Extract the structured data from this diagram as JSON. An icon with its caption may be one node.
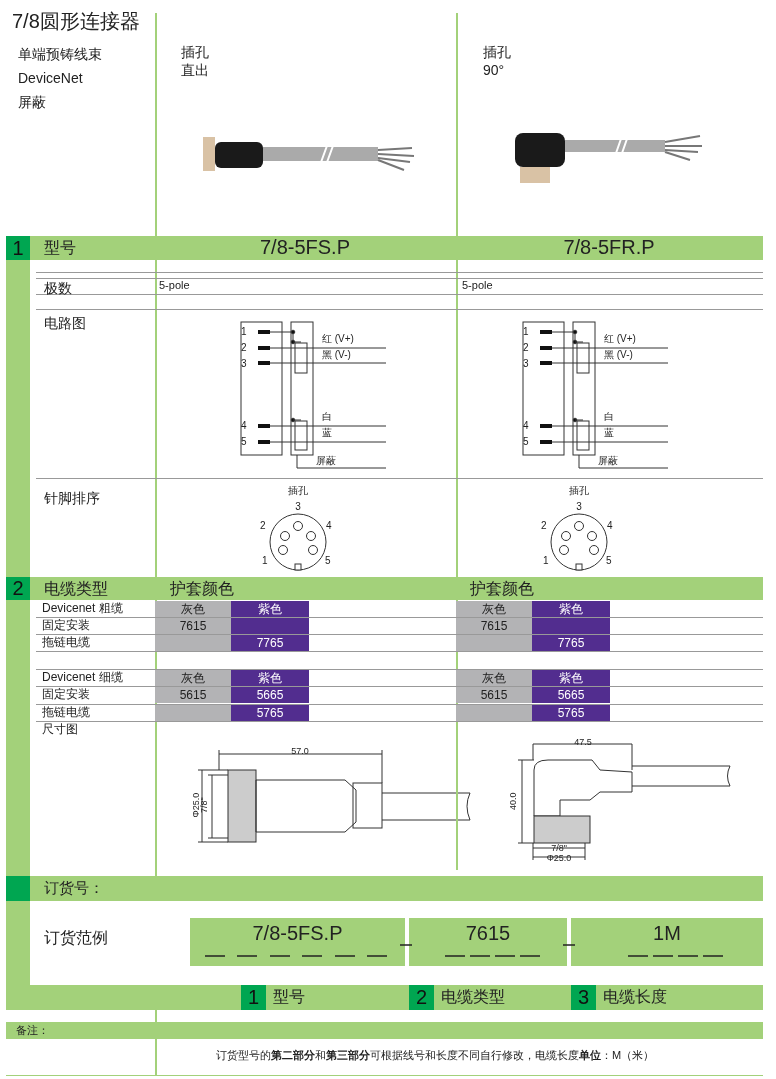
{
  "diagram": {
    "title": "7/8圆形连接器",
    "labels": [
      "单端预铸线束",
      "DeviceNet",
      "屏蔽",
      "插孔",
      "直出",
      "插孔",
      "90°",
      "1",
      "型号",
      "7/8-5FS.P",
      "7/8-5FR.P",
      "极数",
      "5-pole",
      "5-pole",
      "电路图",
      "1",
      "2",
      "3",
      "4",
      "5",
      "红 (V+)",
      "黑 (V-)",
      "白",
      "蓝",
      "屏蔽",
      "1",
      "2",
      "3",
      "4",
      "5",
      "红 (V+)",
      "黑 (V-)",
      "白",
      "蓝",
      "屏蔽",
      "针脚排序",
      "插孔",
      "3",
      "2",
      "4",
      "1",
      "5",
      "插孔",
      "3",
      "2",
      "4",
      "1",
      "5",
      "2",
      "电缆类型",
      "护套颜色",
      "护套颜色",
      "Devicenet 粗缆",
      "灰色",
      "紫色",
      "灰色",
      "紫色",
      "固定安装",
      "7615",
      "7615",
      "拖链电缆",
      "7765",
      "7765",
      "Devicenet 细缆",
      "灰色",
      "紫色",
      "灰色",
      "紫色",
      "固定安装",
      "5615",
      "5665",
      "5615",
      "5665",
      "拖链电缆",
      "5765",
      "5765",
      "尺寸图",
      "57.0",
      "Φ25.0",
      "7/8\"",
      "47.5",
      "40.0",
      "7/8\"",
      "Φ25.0",
      "订货号：",
      "订货范例",
      "7/8-5FS.P",
      "7615",
      "1M",
      "1",
      "型号",
      "2",
      "电缆类型",
      "3",
      "电缆长度",
      "备注：",
      "订货型号的**第二部分**和**第三部分**可根据线号和长度不同自行修改，电缆长度**单位**：M（米）"
    ]
  }
}
